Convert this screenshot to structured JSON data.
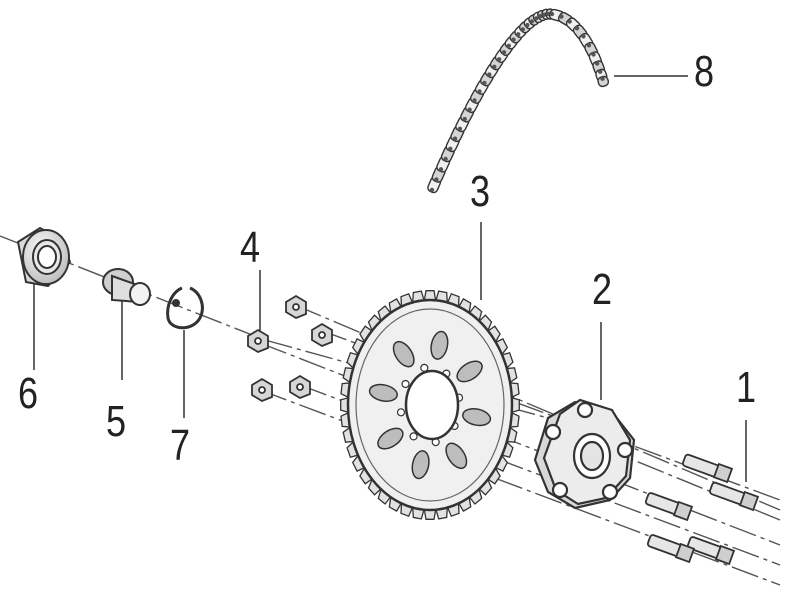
{
  "callouts": {
    "c1": "1",
    "c2": "2",
    "c3": "3",
    "c4": "4",
    "c5": "5",
    "c6": "6",
    "c7": "7",
    "c8": "8"
  },
  "colors": {
    "line": "#444444",
    "part_fill": "#ececec",
    "part_shade": "#bdbdbd",
    "axis": "#555555"
  },
  "parts": [
    "bearing",
    "bush",
    "circlip",
    "nuts",
    "rear-sprocket",
    "sprocket-carrier",
    "bolts",
    "drive-chain"
  ]
}
